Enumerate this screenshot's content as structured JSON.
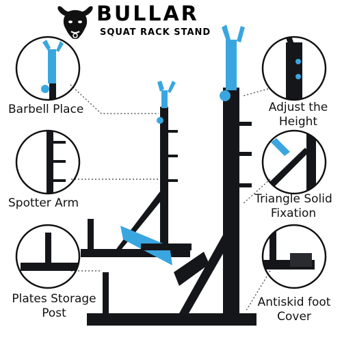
{
  "brand": {
    "name": "BULLAR",
    "tagline": "SQUAT RACK STAND",
    "logo_icon": "bull-head-icon"
  },
  "callouts": {
    "barbell_place": "Barbell Place",
    "spotter_arm": "Spotter Arm",
    "plates_storage": [
      "Plates Storage",
      "Post"
    ],
    "adjust_height": [
      "Adjust the",
      "Height"
    ],
    "triangle_fixation": [
      "Triangle Solid",
      "Fixation"
    ],
    "antiskid": [
      "Antiskid foot",
      "Cover"
    ]
  },
  "colors": {
    "frame": "#15161a",
    "accent_blue": "#3aa6e0",
    "circle_border": "#111111",
    "leader_dots": "#333333"
  }
}
